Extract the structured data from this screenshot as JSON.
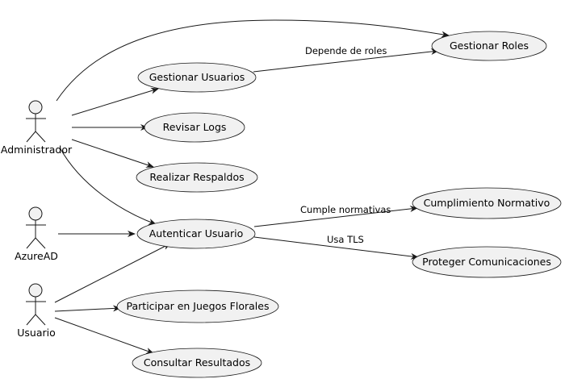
{
  "actors": {
    "admin": "Administrador",
    "azure": "AzureAD",
    "usuario": "Usuario"
  },
  "use_cases": {
    "gestionar_roles": "Gestionar Roles",
    "gestionar_usuarios": "Gestionar Usuarios",
    "revisar_logs": "Revisar Logs",
    "realizar_respaldos": "Realizar Respaldos",
    "autenticar_usuario": "Autenticar Usuario",
    "cumplimiento_normativo": "Cumplimiento Normativo",
    "proteger_comunicaciones": "Proteger Comunicaciones",
    "participar_juegos": "Participar en Juegos Florales",
    "consultar_resultados": "Consultar Resultados"
  },
  "edge_labels": {
    "depende_roles": "Depende de roles",
    "cumple_normativas": "Cumple normativas",
    "usa_tls": "Usa TLS"
  }
}
